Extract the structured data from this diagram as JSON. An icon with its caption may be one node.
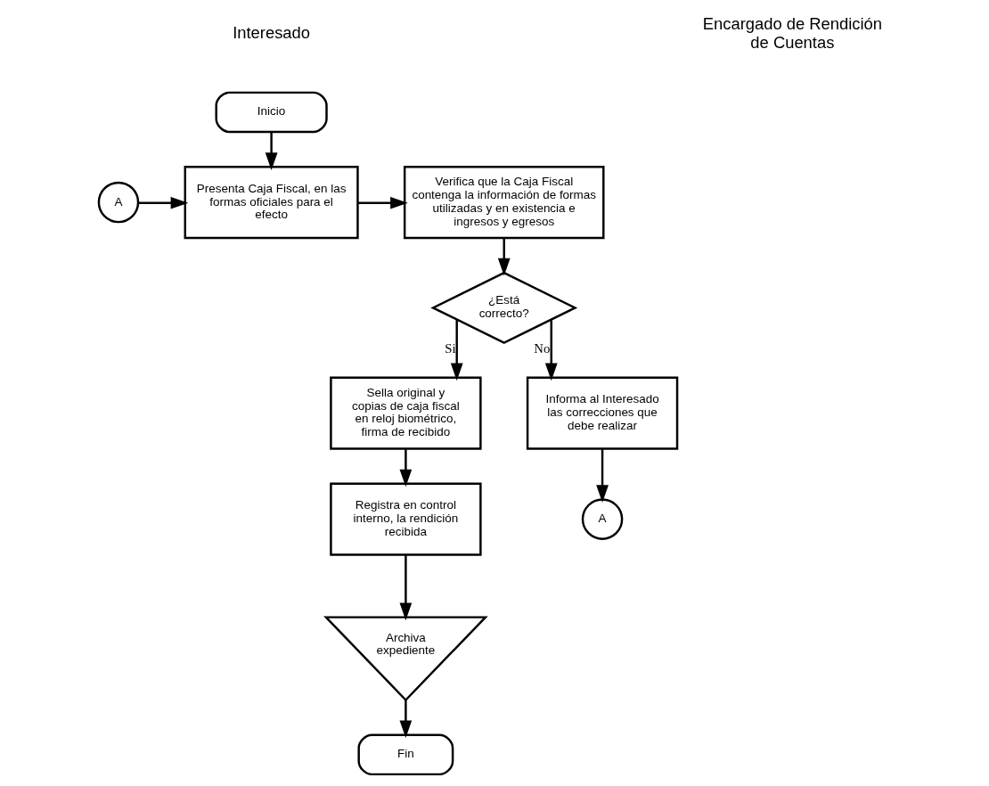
{
  "diagram": {
    "nodes": [
      {
        "text": [
          "Inicio"
        ]
      },
      {
        "text": [
          "A"
        ]
      },
      {
        "text": [
          "Presenta Caja Fiscal, en las formas oficiales para el efecto"
        ]
      },
      {
        "text": [
          "Verifica que la Caja Fiscal contenga la información de formas utilizadas y en existencia e ingresos y egresos"
        ]
      },
      {
        "text": [
          "¿Está correcto?"
        ]
      },
      {
        "text": [
          "Sella original y copias de caja fiscal en reloj biométrico, firma de recibido"
        ]
      },
      {
        "text": [
          "Informa al Interesado las correcciones que debe realizar"
        ]
      },
      {
        "text": [
          "Registra en control interno, la rendición recibida"
        ]
      },
      {
        "text": [
          "A"
        ]
      },
      {
        "text": [
          "Archiva expediente"
        ]
      },
      {
        "text": [
          "Fin"
        ]
      }
    ],
    "edges": [
      {
        "from": 0,
        "to": 2,
        "arrow": "to"
      },
      {
        "from": 1,
        "to": 2,
        "arrow": "to"
      },
      {
        "from": 2,
        "to": 3,
        "arrow": "to"
      },
      {
        "from": 3,
        "to": 4,
        "arrow": "to"
      },
      {
        "from": 4,
        "to": 5,
        "arrow": "to",
        "label": "Si"
      },
      {
        "from": 4,
        "to": 6,
        "arrow": "to",
        "label": "No"
      },
      {
        "from": 5,
        "to": 7,
        "arrow": "to"
      },
      {
        "from": 6,
        "to": 8,
        "arrow": "to"
      },
      {
        "from": 7,
        "to": 9,
        "arrow": "to"
      },
      {
        "from": 9,
        "to": 10,
        "arrow": "to"
      }
    ],
    "labels": [
      "Interesado",
      "Encargado de Rendición de Cuentas"
    ]
  }
}
